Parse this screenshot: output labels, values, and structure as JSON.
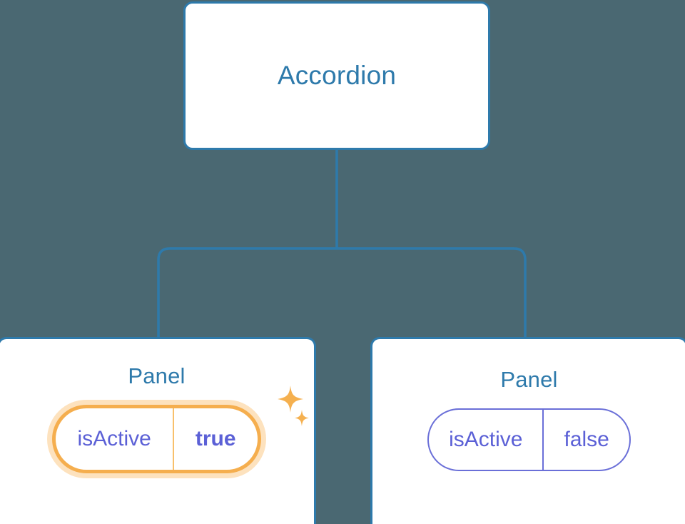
{
  "diagram": {
    "type": "component-tree",
    "background_color": "#4a6872",
    "accent_color": "#2e7aab",
    "highlight_color": "#f5ae4e",
    "value_color": "#5b60d6",
    "root": {
      "title": "Accordion"
    },
    "children": [
      {
        "title": "Panel",
        "highlighted": true,
        "sparkle_icon": "sparkles-icon",
        "prop": {
          "name": "isActive",
          "value": "true"
        }
      },
      {
        "title": "Panel",
        "highlighted": false,
        "prop": {
          "name": "isActive",
          "value": "false"
        }
      }
    ]
  }
}
